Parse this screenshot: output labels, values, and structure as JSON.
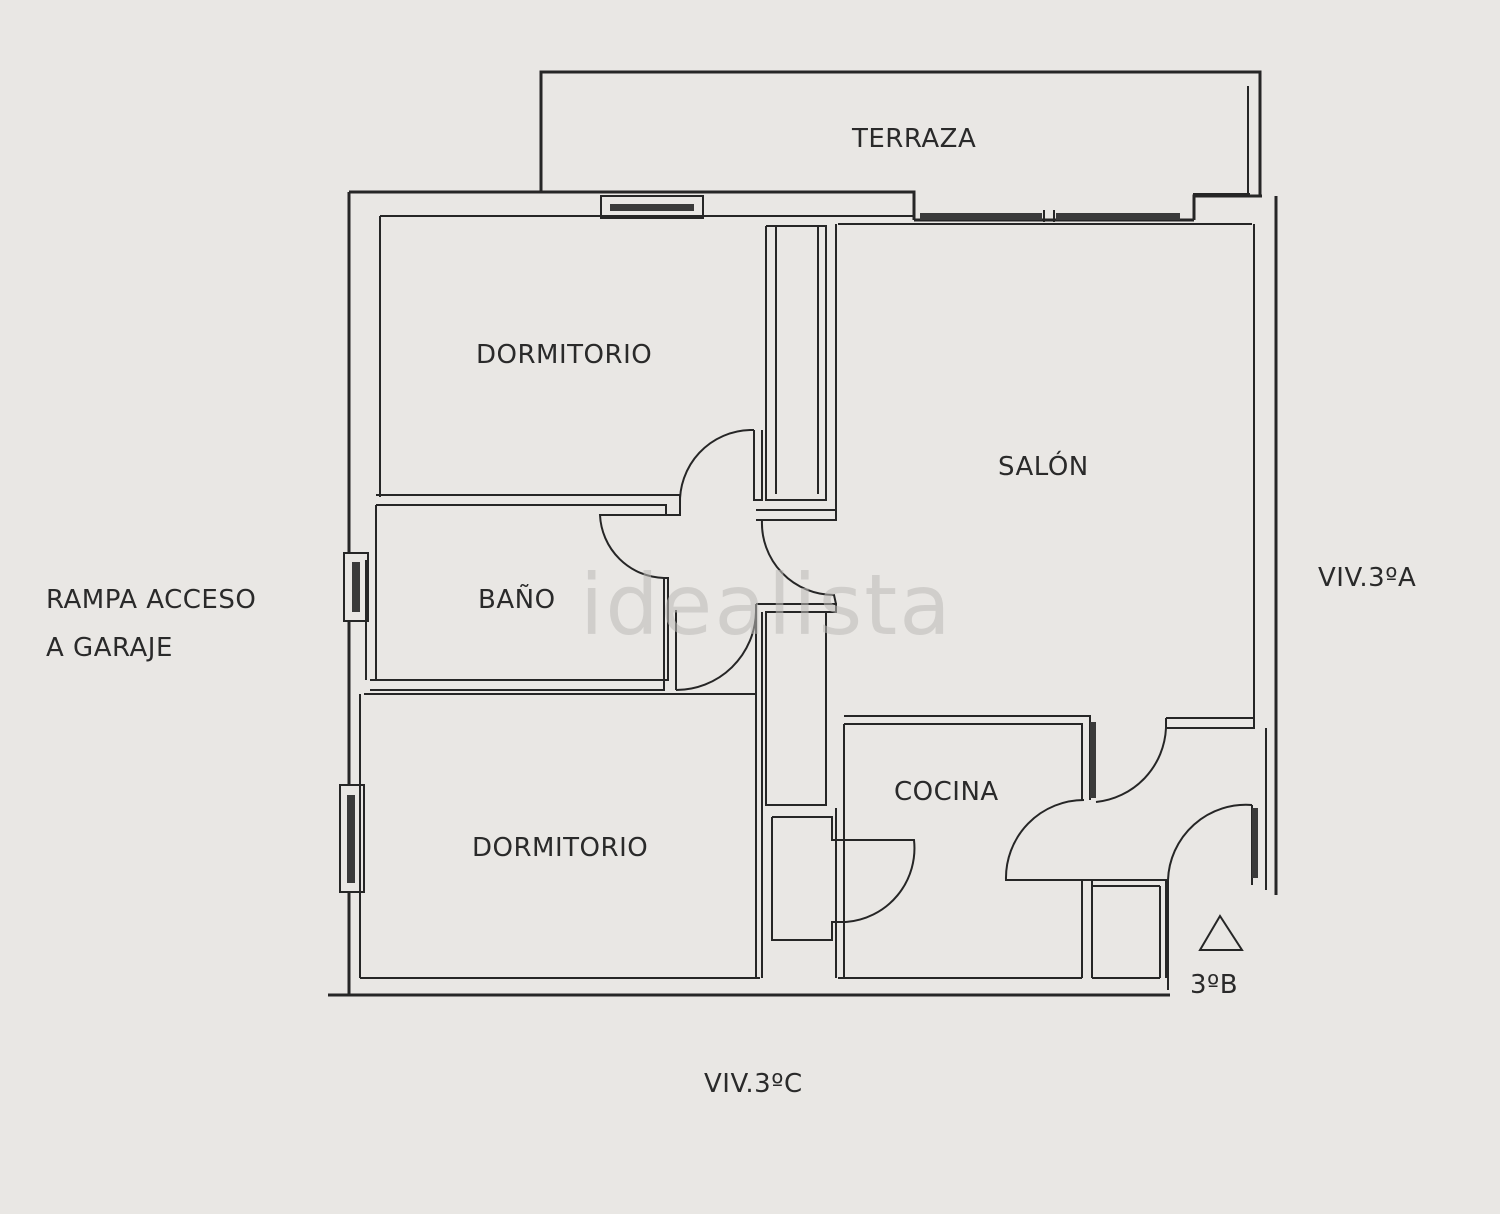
{
  "rooms": {
    "terraza": "TERRAZA",
    "dormitorio_top": "DORMITORIO",
    "salon": "SALÓN",
    "bano": "BAÑO",
    "cocina": "COCINA",
    "dormitorio_bottom": "DORMITORIO"
  },
  "neighbors": {
    "right": "VIV.3ºA",
    "bottom": "VIV.3ºC",
    "entrance": "3ºB"
  },
  "ramp": {
    "line1": "RAMPA ACCESO",
    "line2": "A GARAJE"
  },
  "watermark": "idealista",
  "colors": {
    "paper": "#e9e7e4",
    "ink": "#262626"
  }
}
